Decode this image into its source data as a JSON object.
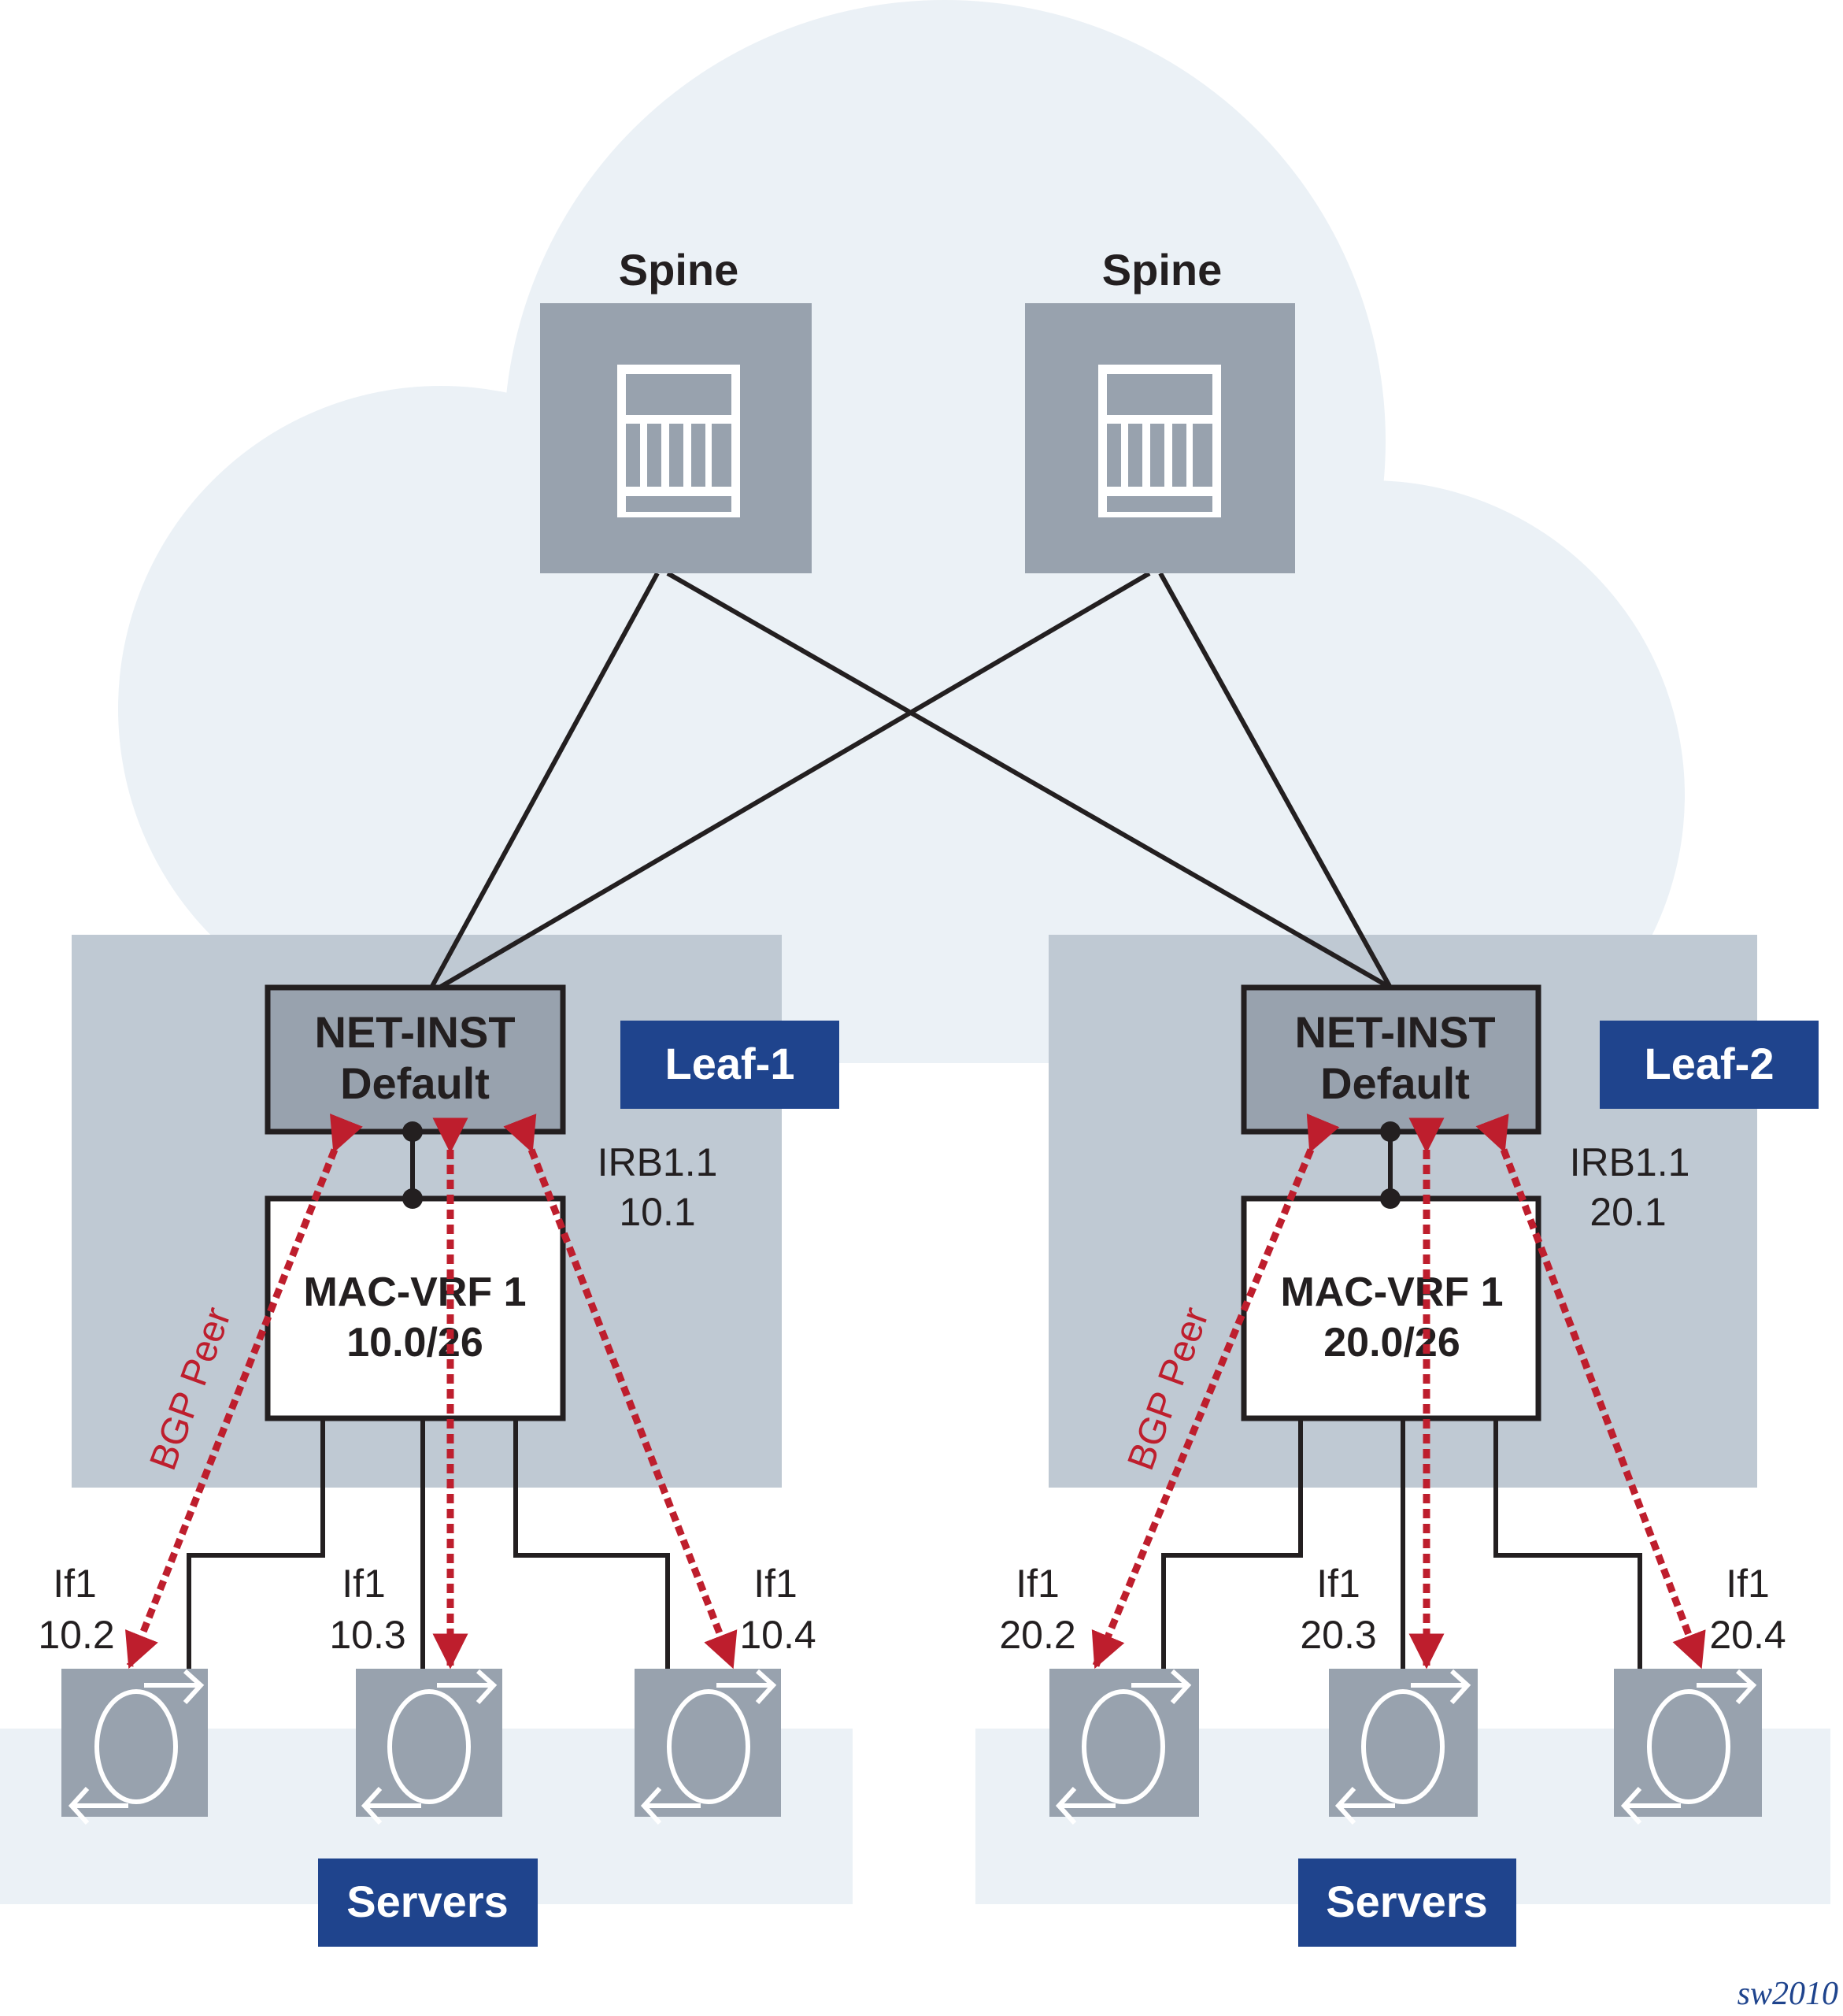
{
  "colors": {
    "cloud": "#ebf1f6",
    "leaf_area": "#bfc9d3",
    "device": "#98a2ae",
    "label_bg": "#1f448d",
    "bgp": "#be1e2d",
    "line": "#231f20"
  },
  "spines": [
    {
      "label": "Spine",
      "icon": "chassis-switch-icon"
    },
    {
      "label": "Spine",
      "icon": "chassis-switch-icon"
    }
  ],
  "leaves": [
    {
      "name": "Leaf-1",
      "net_inst": {
        "line1": "NET-INST",
        "line2": "Default"
      },
      "mac_vrf": {
        "line1": "MAC-VRF 1",
        "line2": "10.0/26"
      },
      "irb": {
        "line1": "IRB1.1",
        "line2": "10.1"
      },
      "bgp_label": "BGP Peer",
      "servers_label": "Servers",
      "interfaces": [
        {
          "name": "If1",
          "addr": "10.2"
        },
        {
          "name": "If1",
          "addr": "10.3"
        },
        {
          "name": "If1",
          "addr": "10.4"
        }
      ]
    },
    {
      "name": "Leaf-2",
      "net_inst": {
        "line1": "NET-INST",
        "line2": "Default"
      },
      "mac_vrf": {
        "line1": "MAC-VRF 1",
        "line2": "20.0/26"
      },
      "irb": {
        "line1": "IRB1.1",
        "line2": "20.1"
      },
      "bgp_label": "BGP Peer",
      "servers_label": "Servers",
      "interfaces": [
        {
          "name": "If1",
          "addr": "20.2"
        },
        {
          "name": "If1",
          "addr": "20.3"
        },
        {
          "name": "If1",
          "addr": "20.4"
        }
      ]
    }
  ],
  "figure_id": "sw2010"
}
